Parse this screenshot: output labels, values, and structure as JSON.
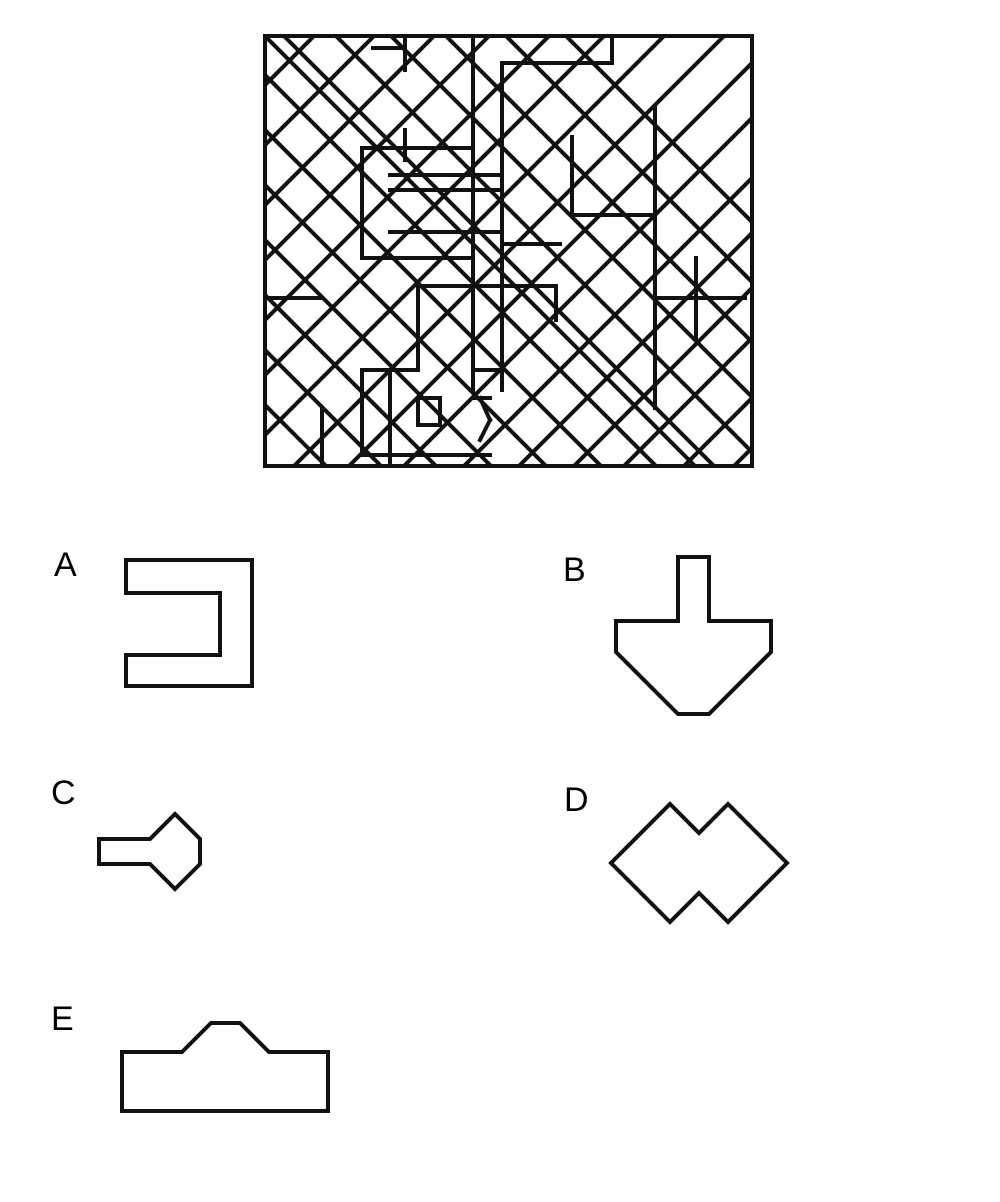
{
  "puzzle": {
    "stroke_color": "#111111",
    "background_color": "#ffffff",
    "options": [
      {
        "label": "A"
      },
      {
        "label": "B"
      },
      {
        "label": "C"
      },
      {
        "label": "D"
      },
      {
        "label": "E"
      }
    ]
  }
}
